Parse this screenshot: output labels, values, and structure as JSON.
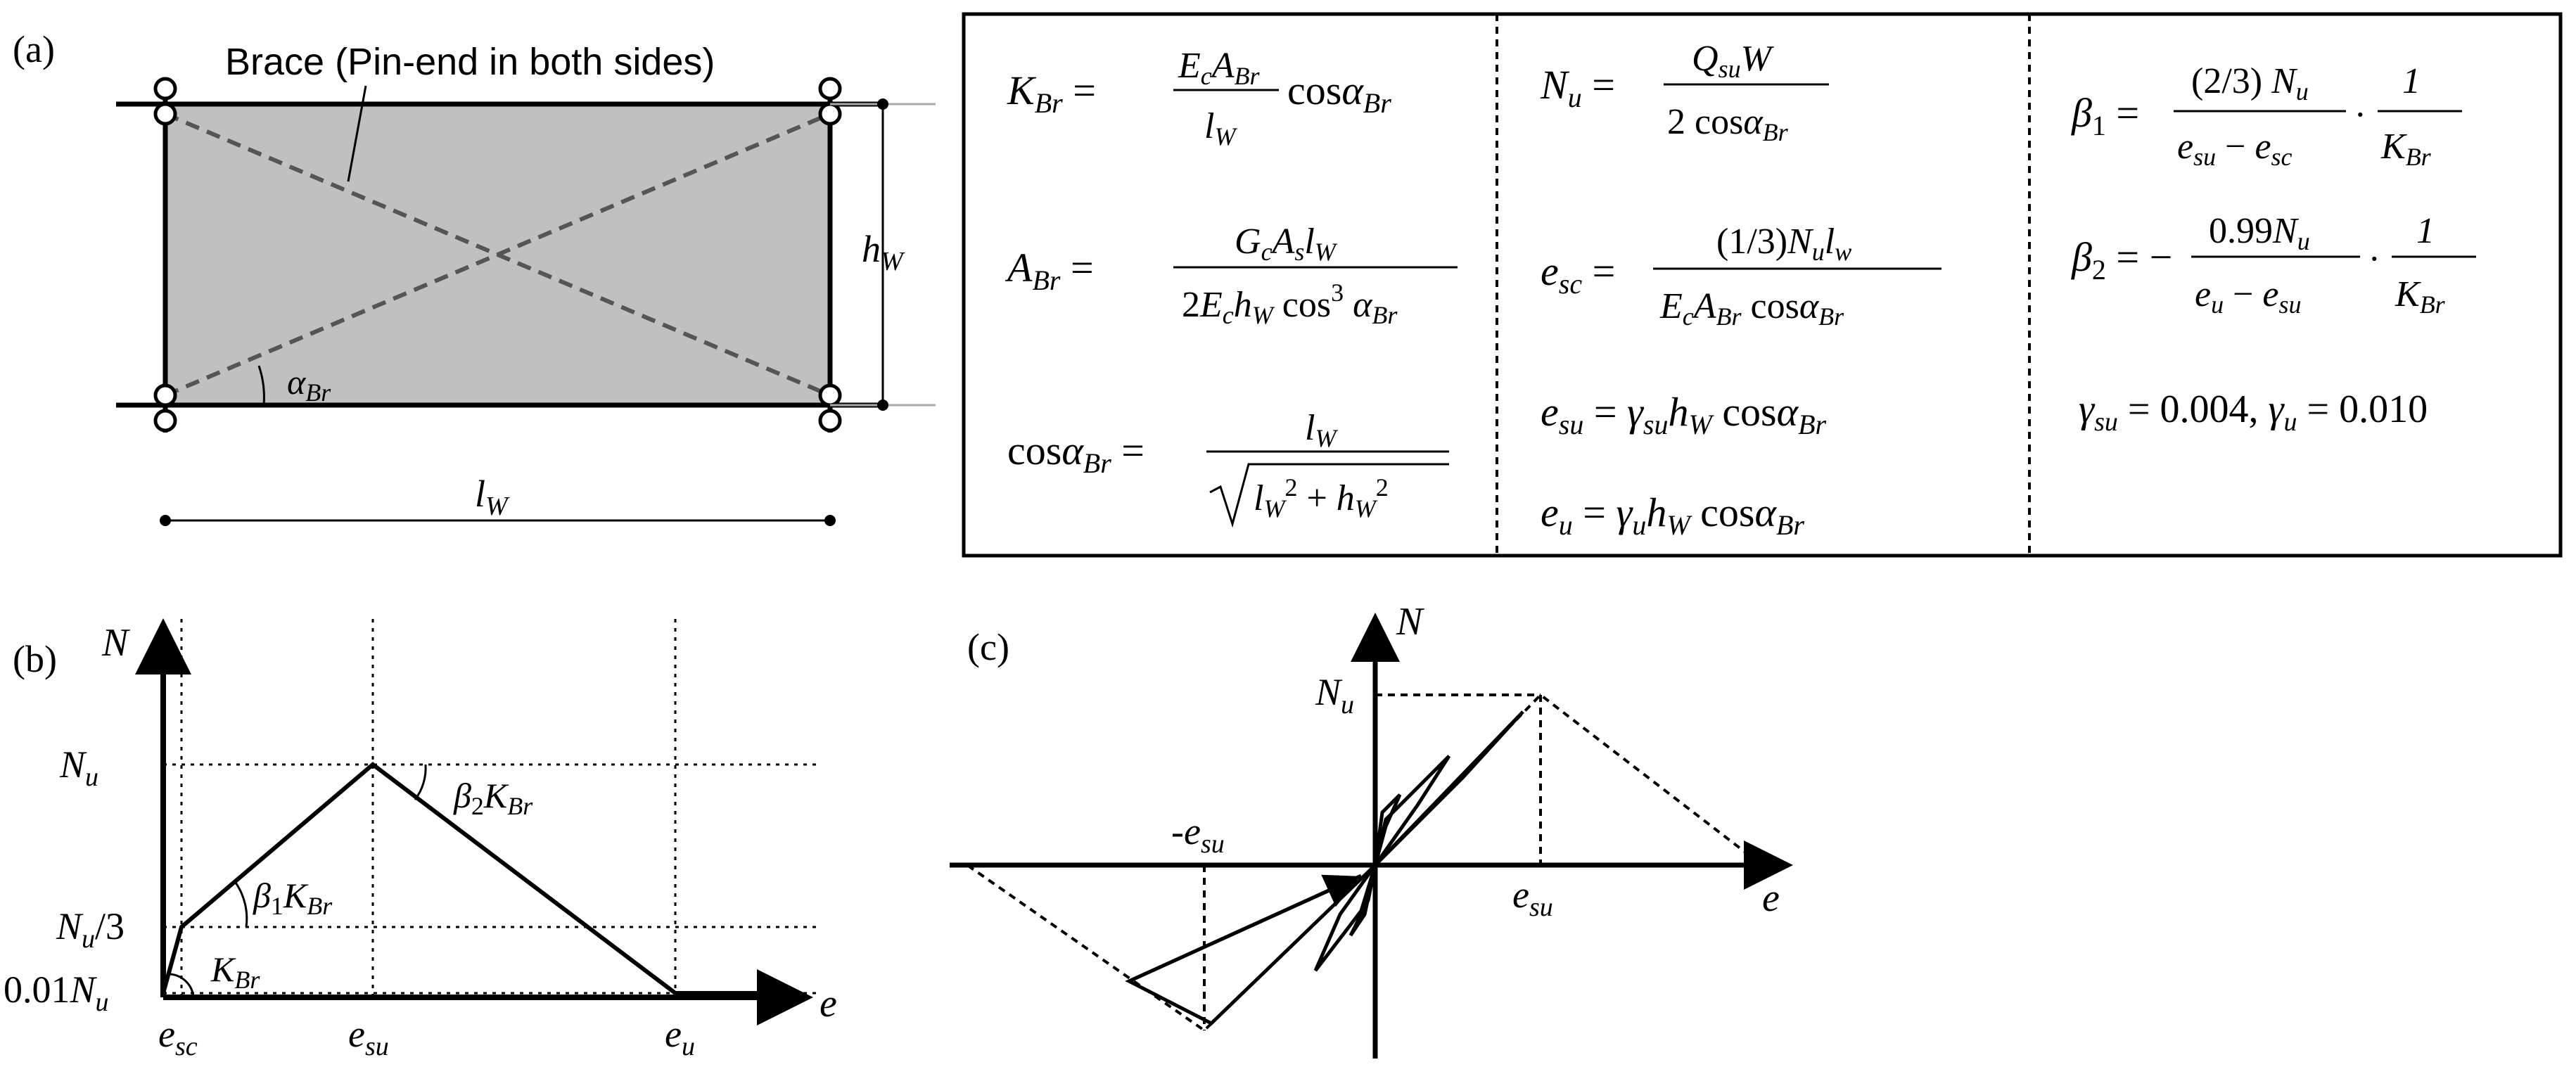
{
  "panel_a": {
    "label": "(a)",
    "brace_label": "Brace (Pin-end in both sides)",
    "height_label": "hW",
    "length_label": "lW",
    "angle_label": "αBr"
  },
  "equations": {
    "col1": [
      "K_Br = (E_c A_Br / l_W) cos α_Br",
      "A_Br = G_c A_s l_W / (2 E_c h_W cos³ α_Br)",
      "cos α_Br = l_W / √(l_W² + h_W²)"
    ],
    "col2": [
      "N_u = Q_suW / (2 cos α_Br)",
      "e_sc = (1/3) N_u l_w / (E_c A_Br cos α_Br)",
      "e_su = γ_su h_W cos α_Br",
      "e_u = γ_u h_W cos α_Br"
    ],
    "col3": [
      "β_1 = ((2/3) N_u / (e_su − e_sc)) · 1/K_Br",
      "β_2 = −(0.99 N_u / (e_u − e_su)) · 1/K_Br",
      "γ_su = 0.004, γ_u = 0.010"
    ]
  },
  "panel_b": {
    "label": "(b)",
    "y_axis": "N",
    "x_axis": "e",
    "y_ticks": [
      "Nu",
      "Nu/3",
      "0.01Nu"
    ],
    "x_ticks": [
      "esc",
      "esu",
      "eu"
    ],
    "slopes": [
      "KBr",
      "β1KBr",
      "β2KBr"
    ]
  },
  "panel_c": {
    "label": "(c)",
    "y_axis": "N",
    "x_axis": "e",
    "tick_nu": "Nu",
    "tick_esu": "esu",
    "tick_neg_esu": "-esu"
  }
}
